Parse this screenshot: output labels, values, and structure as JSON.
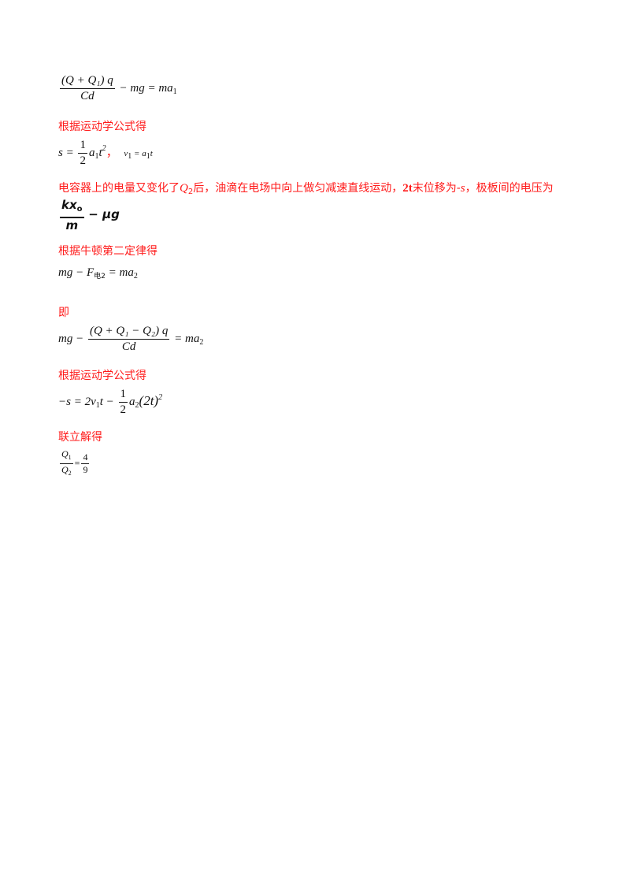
{
  "eq1": {
    "num": "(Q + Q₁) q",
    "den": "Cd",
    "rest": "− mg = ma",
    "sub": "1"
  },
  "heading_kinematics_1": "根据运动学公式得",
  "eq2": {
    "lhs": "s =",
    "num": "1",
    "den": "2",
    "a": "a",
    "a_sub": "1",
    "t": "t",
    "t_sup": "2",
    "sep": "，",
    "v": "v",
    "v_sub": "1",
    "eq": "= a",
    "a2_sub": "1",
    "t2": "t"
  },
  "paragraph": {
    "part1": "电容器上的电量又变化了",
    "q2": "Q",
    "q2_sub": "2",
    "part2": "后，油滴在电场中向上做匀减速直线运动，",
    "two_t": "2t",
    "part3": "末位移为-",
    "s": "s",
    "part4": "，极板间的电压为"
  },
  "inserted_formula": {
    "num": "kx",
    "num_sub": "o",
    "den": "m",
    "rest": "− μg"
  },
  "heading_newton": "根据牛顿第二定律得",
  "eq3": {
    "lhs": "mg − F",
    "f_sub": "电2",
    "rhs": "= ma",
    "rhs_sub": "2"
  },
  "label_ji": "即",
  "eq4": {
    "lhs": "mg −",
    "num": "(Q + Q₁ − Q₂) q",
    "den": "Cd",
    "rhs": "= ma",
    "rhs_sub": "2"
  },
  "heading_kinematics_2": "根据运动学公式得",
  "eq5": {
    "lhs": "−s = 2v",
    "v_sub": "1",
    "t": "t −",
    "num": "1",
    "den": "2",
    "a": "a",
    "a_sub": "2",
    "paren": "(2t)",
    "sup": "2"
  },
  "heading_solve": "联立解得",
  "eq6": {
    "num_l": "Q",
    "num_l_sub": "1",
    "den_l": "Q",
    "den_l_sub": "2",
    "eq": "=",
    "num_r": "4",
    "den_r": "9"
  },
  "colors": {
    "highlight": "#ff1a1a",
    "text": "#111111"
  }
}
